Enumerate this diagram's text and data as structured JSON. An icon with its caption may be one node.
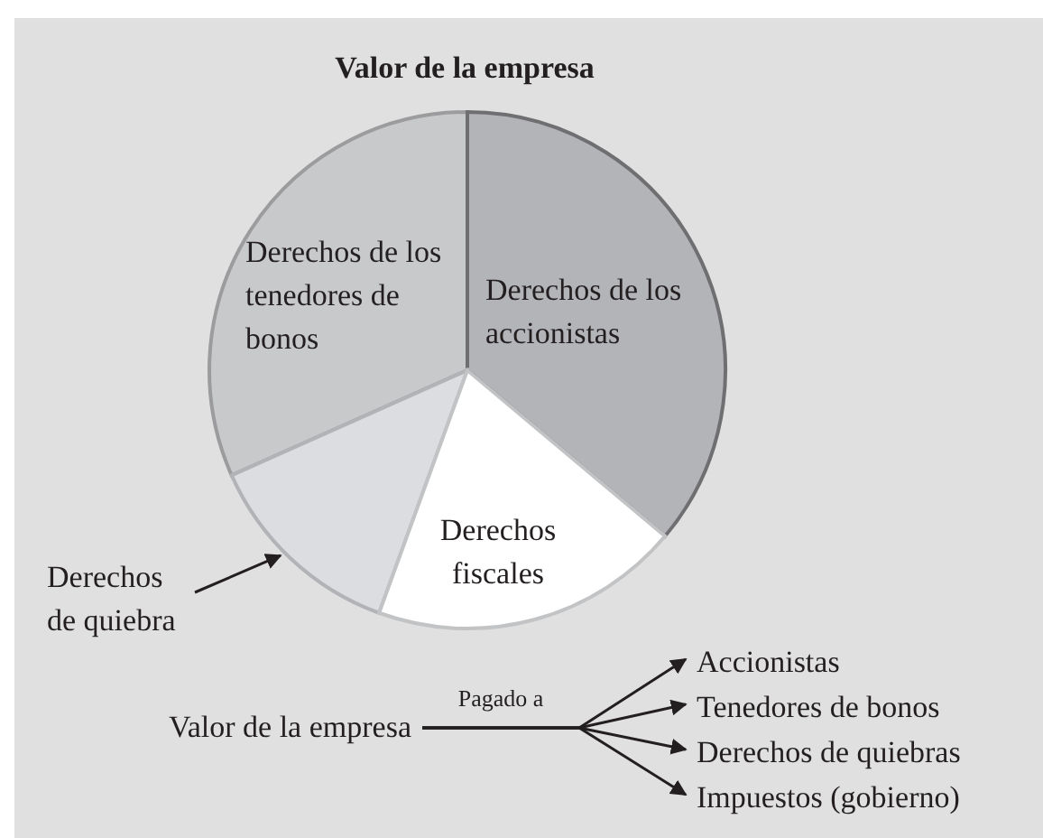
{
  "diagram": {
    "title": "Valor de la empresa",
    "nodes": [
      {
        "text": [
          "Derechos de los tenedores de bonos"
        ]
      },
      {
        "text": [
          "Derechos de los accionistas"
        ]
      },
      {
        "text": [],
        "shape": "wedge"
      },
      {
        "text": [
          "Derechos fiscales"
        ]
      },
      {
        "text": [
          "Derechos de quiebra"
        ]
      },
      {
        "text": [
          "Valor de la empresa"
        ]
      },
      {
        "text": [
          "Accionistas"
        ]
      },
      {
        "text": [
          "Tenedores de bonos"
        ]
      },
      {
        "text": [
          "Derechos de quiebras"
        ]
      },
      {
        "text": [
          "Impuestos (gobierno)"
        ]
      }
    ],
    "edges": [
      {
        "from": 4,
        "to": 2,
        "arrow": "to"
      },
      {
        "from": 5,
        "to": 6,
        "arrow": "to",
        "label": "Pagado a"
      },
      {
        "from": 5,
        "to": 7,
        "arrow": "to"
      },
      {
        "from": 5,
        "to": 8,
        "arrow": "to"
      },
      {
        "from": 5,
        "to": 9,
        "arrow": "to"
      }
    ]
  }
}
